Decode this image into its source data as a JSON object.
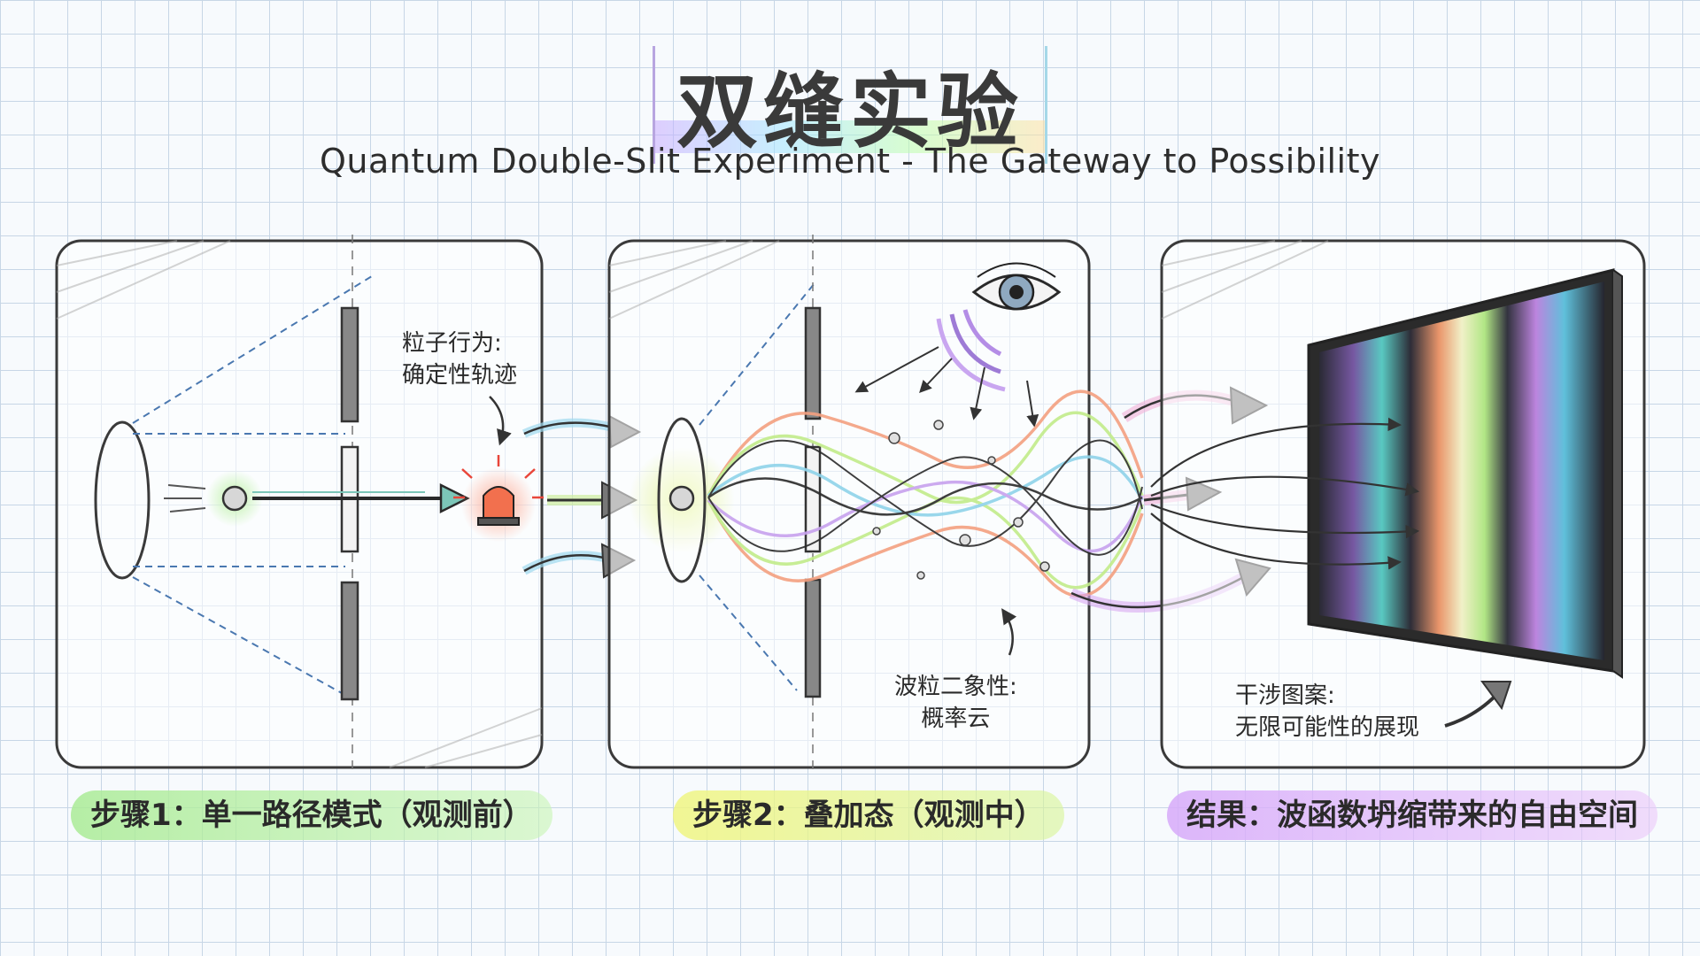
{
  "header": {
    "title": "双缝实验",
    "subtitle": "Quantum Double-Slit Experiment - The Gateway to Possibility"
  },
  "annotations": {
    "particle_line1": "粒子行为:",
    "particle_line2": "确定性轨迹",
    "wave_line1": "波粒二象性:",
    "wave_line2": "概率云",
    "pattern_line1": "干涉图案:",
    "pattern_line2": "无限可能性的展现"
  },
  "steps": {
    "step1": "步骤1：单一路径模式（观测前）",
    "step2": "步骤2：叠加态（观测中）",
    "step3": "结果：波函数坍缩带来的自由空间"
  },
  "colors": {
    "pencil": "#3a3a3a",
    "step1_highlight": "#aaeb96",
    "step2_highlight": "#f0f582",
    "step3_highlight": "#d7aafa",
    "detector_red": "#f2704e"
  },
  "icons": [
    "eye-icon",
    "alarm-light-icon",
    "particle-icon"
  ]
}
